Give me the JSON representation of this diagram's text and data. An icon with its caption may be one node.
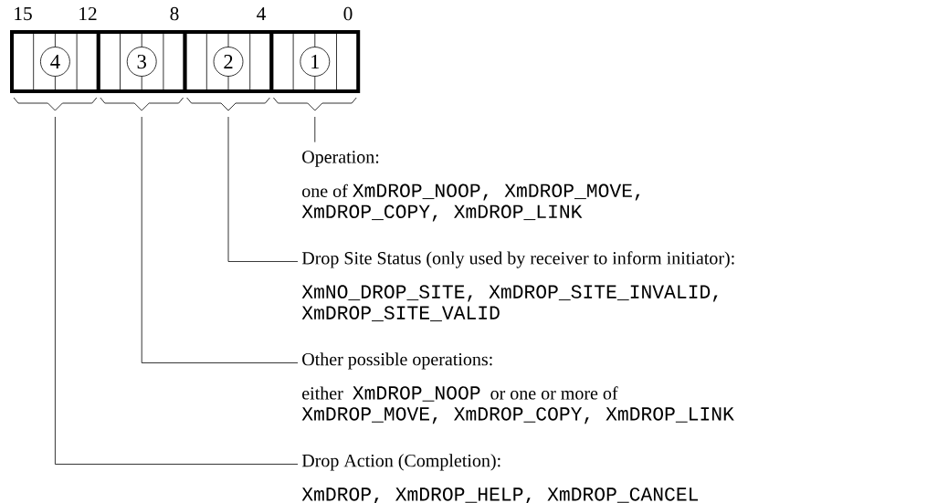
{
  "diagram": {
    "nodes": [
      {
        "text": [
          "4"
        ]
      },
      {
        "text": [
          "3"
        ]
      },
      {
        "text": [
          "2"
        ]
      },
      {
        "text": [
          "1"
        ]
      },
      {
        "text": [
          "Operation:",
          "one of",
          "XmDROP_NOOP, XmDROP_MOVE, XmDROP_COPY, XmDROP_LINK"
        ]
      },
      {
        "text": [
          "Drop Site Status (only used by receiver to inform initiator):",
          "XmNO_DROP_SITE, XmDROP_SITE_INVALID, XmDROP_SITE_VALID"
        ]
      },
      {
        "text": [
          "Other possible operations:",
          "either",
          "XmDROP_NOOP",
          "or one or more of",
          "XmDROP_MOVE, XmDROP_COPY, XmDROP_LINK"
        ]
      },
      {
        "text": [
          "Drop Action (Completion):",
          "XmDROP, XmDROP_HELP, XmDROP_CANCEL"
        ]
      }
    ],
    "edges": [
      {
        "from": 3,
        "to": 4,
        "arrow": "none"
      },
      {
        "from": 2,
        "to": 5,
        "arrow": "none"
      },
      {
        "from": 1,
        "to": 6,
        "arrow": "none"
      },
      {
        "from": 0,
        "to": 7,
        "arrow": "none"
      }
    ],
    "labels": [
      "15",
      "12",
      "8",
      "4",
      "0"
    ]
  }
}
